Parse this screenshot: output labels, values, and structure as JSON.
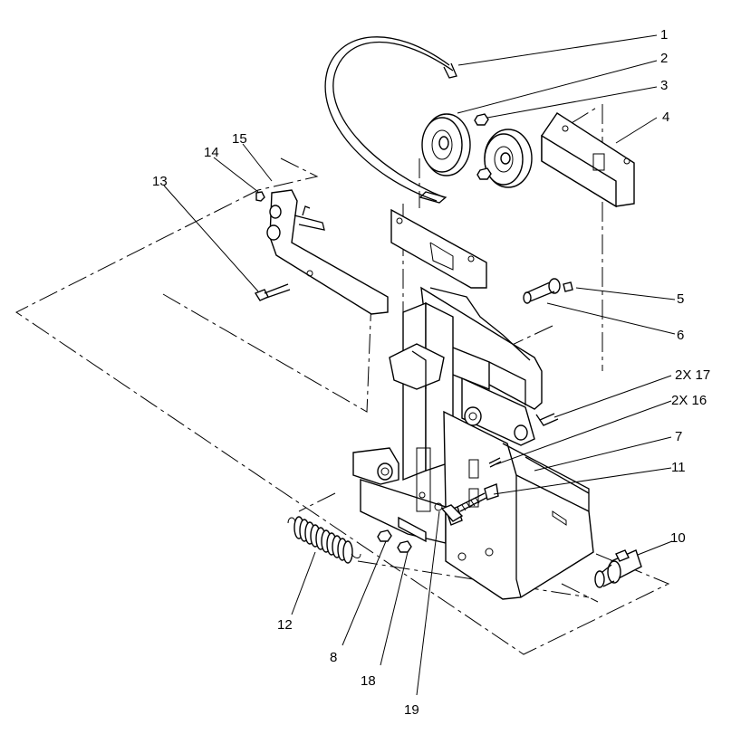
{
  "callouts": [
    {
      "id": "c1",
      "text": "1"
    },
    {
      "id": "c2",
      "text": "2"
    },
    {
      "id": "c3",
      "text": "3"
    },
    {
      "id": "c4",
      "text": "4"
    },
    {
      "id": "c5",
      "text": "5"
    },
    {
      "id": "c6",
      "text": "6"
    },
    {
      "id": "c17",
      "text": "2X 17"
    },
    {
      "id": "c16",
      "text": "2X 16"
    },
    {
      "id": "c7",
      "text": "7"
    },
    {
      "id": "c11",
      "text": "11"
    },
    {
      "id": "c10",
      "text": "10"
    },
    {
      "id": "c12",
      "text": "12"
    },
    {
      "id": "c8",
      "text": "8"
    },
    {
      "id": "c18",
      "text": "18"
    },
    {
      "id": "c19",
      "text": "19"
    },
    {
      "id": "c13",
      "text": "13"
    },
    {
      "id": "c14",
      "text": "14"
    },
    {
      "id": "c15",
      "text": "15"
    }
  ]
}
